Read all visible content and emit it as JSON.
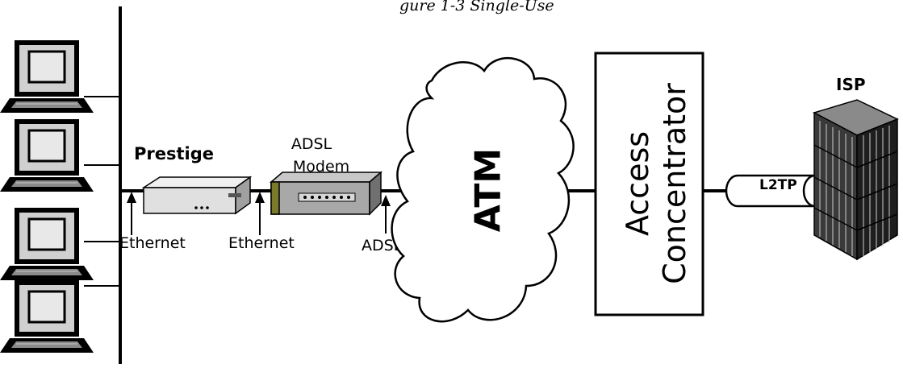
{
  "caption": "gure 1-3 Single-Use",
  "devices": {
    "prestige": "Prestige",
    "modem_line1": "ADSL",
    "modem_line2": "Modem",
    "isp": "ISP"
  },
  "cloud_label": "ATM",
  "concentrator": {
    "line1": "Access",
    "line2": "Concentrator"
  },
  "tunnel_label": "L2TP",
  "link_labels": {
    "ethernet_lan": "Ethernet",
    "ethernet_wan": "Ethernet",
    "adsl": "ADSL"
  },
  "colors": {
    "line": "#000000",
    "laptop_body": "#d0d0d0",
    "prestige_body": "#e0e0e0",
    "modem_body": "#a8a8a8",
    "modem_accent": "#7a7a2a",
    "building": "#2a2a2a"
  }
}
